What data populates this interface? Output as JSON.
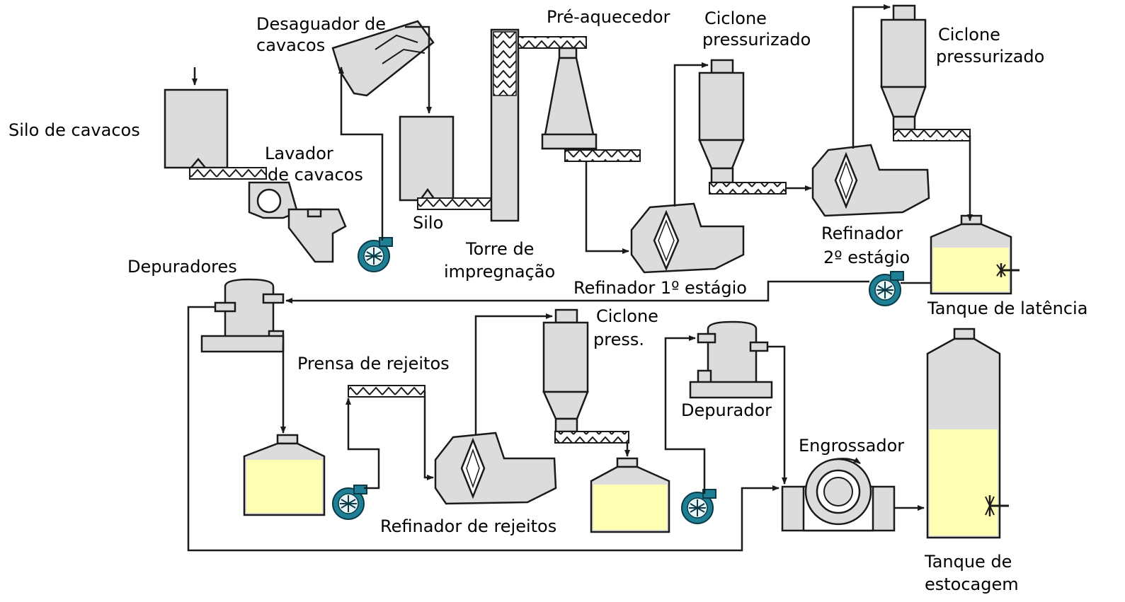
{
  "labels": {
    "silo_cavacos": "Silo de cavacos",
    "desaguador_1": "Desaguador de",
    "desaguador_2": "cavacos",
    "lavador_1": "Lavador",
    "lavador_2": "de cavacos",
    "silo": "Silo",
    "torre_1": "Torre de",
    "torre_2": "impregnação",
    "preaquecedor": "Pré-aquecedor",
    "ciclone1_1": "Ciclone",
    "ciclone1_2": "pressurizado",
    "ciclone2_1": "Ciclone",
    "ciclone2_2": "pressurizado",
    "refinador1": "Refinador 1º estágio",
    "refinador2_1": "Refinador",
    "refinador2_2": "2º estágio",
    "tanque_latencia": "Tanque de latência",
    "depuradores": "Depuradores",
    "prensa": "Prensa de rejeitos",
    "ciclone3_1": "Ciclone",
    "ciclone3_2": "press.",
    "depurador": "Depurador",
    "engrossador": "Engrossador",
    "refinador_rejeitos": "Refinador de rejeitos",
    "tanque_estocagem_1": "Tanque de",
    "tanque_estocagem_2": "estocagem"
  },
  "colors": {
    "equipment": "#dcdcdc",
    "liquid": "#ffffb3",
    "pump": "#1f7f95",
    "line": "#1a1a1a"
  }
}
